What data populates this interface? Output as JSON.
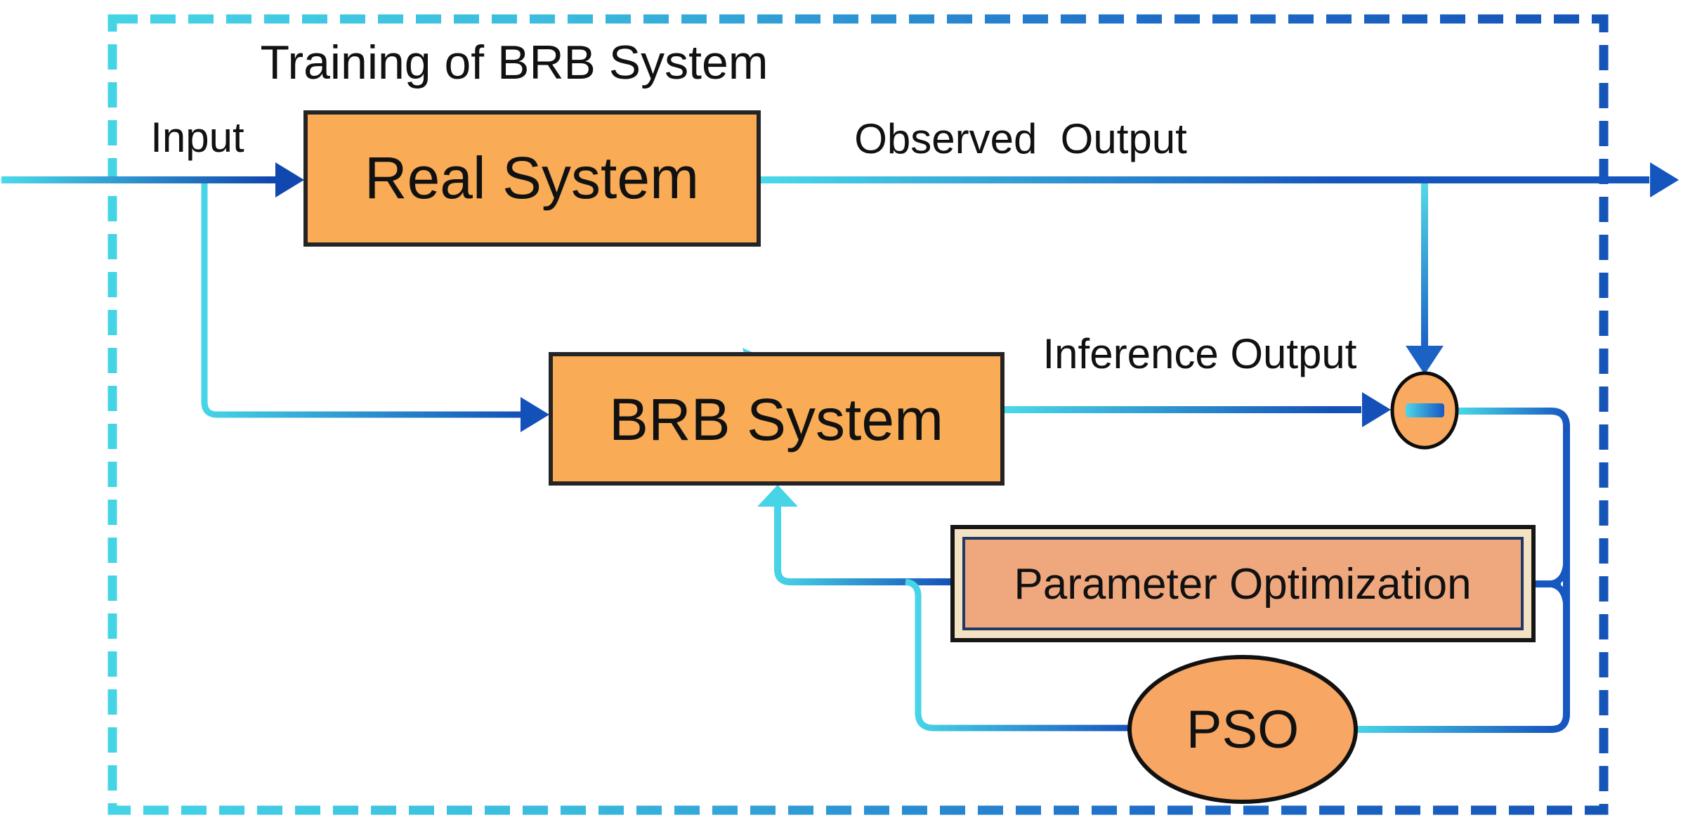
{
  "diagram": {
    "title": "Training of BRB System",
    "labels": {
      "input": "Input",
      "observed_output": "Observed  Output",
      "inference_output": "Inference Output"
    },
    "nodes": {
      "real_system": "Real System",
      "brb_system": "BRB System",
      "parameter_optimization": "Parameter Optimization",
      "pso": "PSO"
    },
    "comparator": {
      "symbol": "minus"
    },
    "colors": {
      "background": "#FFFFFF",
      "node_fill": "#F9AC55",
      "node_border": "#242424",
      "pso_fill": "#F7A763",
      "comparator_fill": "#F9AA60",
      "po_fill": "#EFA87E",
      "po_frame": "#F3E3C2",
      "po_inner_border": "#1F3865",
      "line_cyan": "#46D4E6",
      "line_blue": "#1556BE",
      "arrow_blue": "#1148AF",
      "dash_cyan": "#45D4E6",
      "dash_blue": "#1655B8",
      "text": "#111111"
    }
  }
}
